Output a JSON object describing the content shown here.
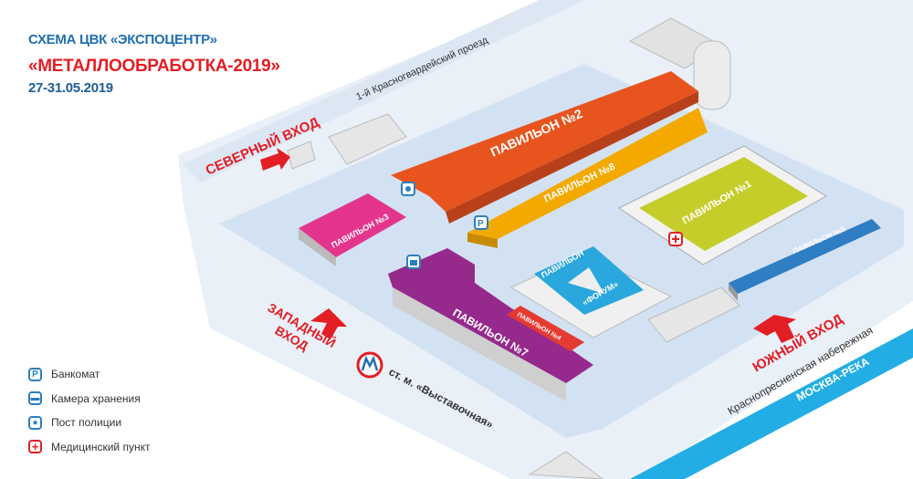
{
  "header": {
    "title": "СХЕМА ЦВК «ЭКСПОЦЕНТР»",
    "event": "«МЕТАЛЛООБРАБОТКА-2019»",
    "dates": "27-31.05.2019"
  },
  "streets": {
    "north": "1-й Красногвардейский проезд",
    "south": "Краснопресненская набережная",
    "river": "МОСКВА-РЕКА"
  },
  "entrances": {
    "north": "СЕВЕРНЫЙ ВХОД",
    "west_line1": "ЗАПАДНЫЙ",
    "west_line2": "ВХОД",
    "south": "ЮЖНЫЙ ВХОД"
  },
  "metro": {
    "label": "ст. м. «Выставочная»"
  },
  "pavilions": {
    "p1": "ПАВИЛЬОН №1",
    "p2": "ПАВИЛЬОН №2",
    "p3": "ПАВИЛЬОН №3",
    "p4": "ПАВИЛЬОН №4",
    "p5": "ПАВИЛЬОН №5",
    "p7": "ПАВИЛЬОН №7",
    "p8": "ПАВИЛЬОН №8",
    "forum_line1": "ПАВИЛЬОН",
    "forum_line2": "«ФОРУМ»"
  },
  "legend": [
    {
      "icon": "atm-icon",
      "symbol": "P",
      "label": "Банкомат"
    },
    {
      "icon": "luggage-storage-icon",
      "symbol": "▬",
      "label": "Камера хранения"
    },
    {
      "icon": "police-icon",
      "symbol": "●",
      "label": "Пост полиции"
    },
    {
      "icon": "medical-icon",
      "symbol": "+",
      "label": "Медицинский пункт"
    }
  ],
  "colors": {
    "site": "#d3e2f3",
    "road": "#eaf0f8",
    "p1": "#c5cd2b",
    "p2": "#e8541e",
    "p3": "#e4358c",
    "p4": "#e53a32",
    "p5": "#2f7dc3",
    "p7": "#962a8c",
    "p8": "#f4a900",
    "forum": "#2aa7dc",
    "river": "#22aee4",
    "entrance": "#e31e24"
  }
}
